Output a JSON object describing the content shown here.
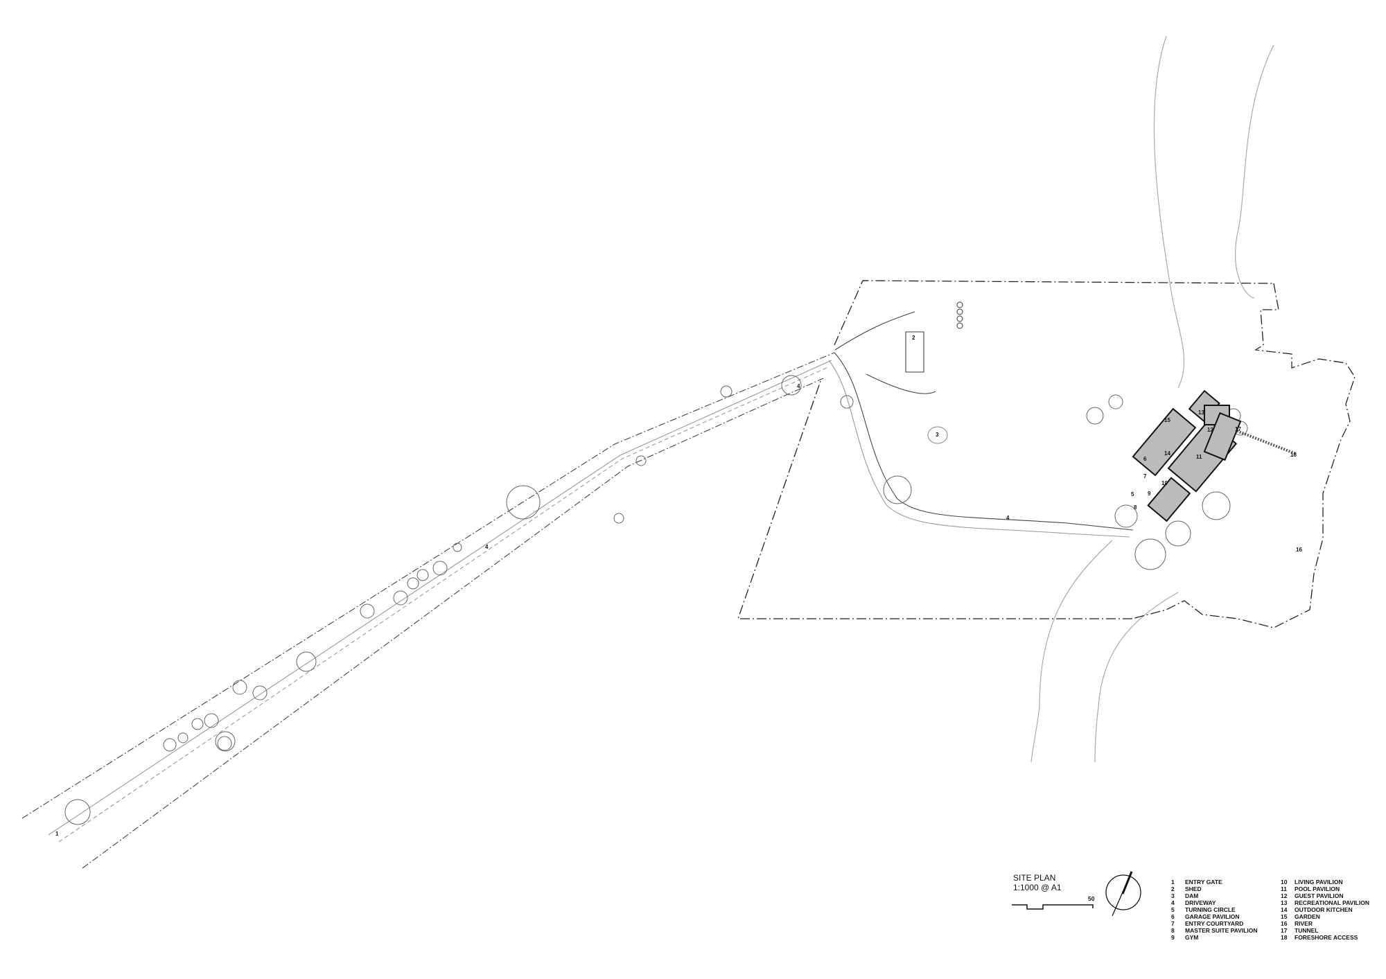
{
  "title": {
    "line1": "SITE PLAN",
    "line2": "1:1000 @ A1"
  },
  "scale_bar": {
    "label": "50"
  },
  "north_arrow": "north-arrow-icon",
  "legend": [
    {
      "num": "1",
      "text": "ENTRY GATE"
    },
    {
      "num": "2",
      "text": "SHED"
    },
    {
      "num": "3",
      "text": "DAM"
    },
    {
      "num": "4",
      "text": "DRIVEWAY"
    },
    {
      "num": "5",
      "text": "TURNING CIRCLE"
    },
    {
      "num": "6",
      "text": "GARAGE PAVILION"
    },
    {
      "num": "7",
      "text": "ENTRY COURTYARD"
    },
    {
      "num": "8",
      "text": "MASTER SUITE PAVILION"
    },
    {
      "num": "9",
      "text": "GYM"
    },
    {
      "num": "10",
      "text": "LIVING PAVILION"
    },
    {
      "num": "11",
      "text": "POOL PAVILION"
    },
    {
      "num": "12",
      "text": "GUEST PAVILION"
    },
    {
      "num": "13",
      "text": "RECREATIONAL PAVILION"
    },
    {
      "num": "14",
      "text": "OUTDOOR KITCHEN"
    },
    {
      "num": "15",
      "text": "GARDEN"
    },
    {
      "num": "16",
      "text": "RIVER"
    },
    {
      "num": "17",
      "text": "TUNNEL"
    },
    {
      "num": "18",
      "text": "FORESHORE ACCESS"
    }
  ],
  "plan_labels": [
    "1",
    "2",
    "3",
    "4",
    "4",
    "4",
    "5",
    "6",
    "7",
    "8",
    "9",
    "10",
    "11",
    "12",
    "13",
    "14",
    "15",
    "16",
    "17",
    "18"
  ]
}
